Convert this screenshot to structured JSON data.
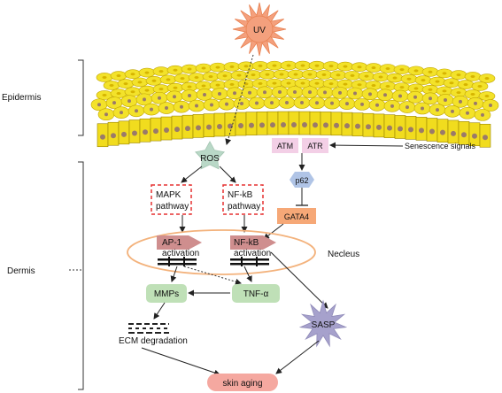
{
  "labels": {
    "uv": "UV",
    "epidermis": "Epidermis",
    "dermis": "Dermis",
    "ros": "ROS",
    "atm": "ATM",
    "atr": "ATR",
    "senescence_signals": "Senescence signals",
    "p62": "p62",
    "mapk_line1": "MAPK",
    "mapk_line2": "pathway",
    "nfkb_pathway_line1": "NF-kB",
    "nfkb_pathway_line2": "pathway",
    "gata4": "GATA4",
    "ap1_line1": "AP-1",
    "ap1_line2": "activation",
    "nfkb_act_line1": "NF-kB",
    "nfkb_act_line2": "activation",
    "necleus": "Necleus",
    "mmps": "MMPs",
    "tnf": "TNF-α",
    "sasp": "SASP",
    "ecm": "ECM degradation",
    "skin_aging": "skin aging"
  },
  "colors": {
    "uv_sun": "#f4a07d",
    "uv_sun_stroke": "#e88050",
    "cell_top": "#f3e22a",
    "cell_bottom": "#f1dc1e",
    "nucleus_dot": "#9a7a6a",
    "ros_star": "#b9d8c7",
    "atm_box": "#f3cfe6",
    "p62_hex": "#b0c4e6",
    "pathway_border": "#e53030",
    "gata4_box": "#f6a877",
    "necleus_ring": "#f3b27c",
    "activation_arrow": "#cf8e8e",
    "green_box": "#bfe0b7",
    "sasp_star": "#a6a1cc",
    "skin_aging_box": "#f5a8a0",
    "bracket": "#333333"
  }
}
